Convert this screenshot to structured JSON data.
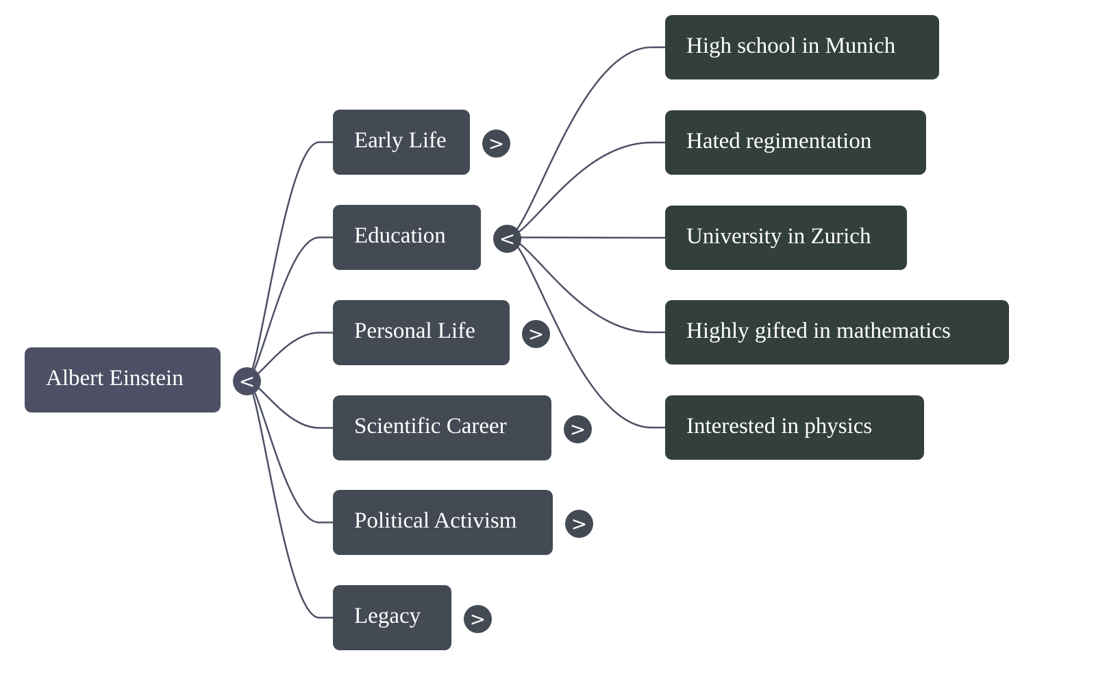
{
  "colors": {
    "root": "#4d5064",
    "branch": "#434a54",
    "leaf": "#333f3b",
    "edge": "#4d5064"
  },
  "root": {
    "label": "Albert Einstein",
    "toggle": "<"
  },
  "branches": [
    {
      "label": "Early Life",
      "toggle": ">"
    },
    {
      "label": "Education",
      "toggle": "<",
      "children": [
        {
          "label": "High school in Munich"
        },
        {
          "label": "Hated regimentation"
        },
        {
          "label": "University in Zurich"
        },
        {
          "label": "Highly gifted in mathematics"
        },
        {
          "label": "Interested in physics"
        }
      ]
    },
    {
      "label": "Personal Life",
      "toggle": ">"
    },
    {
      "label": "Scientific Career",
      "toggle": ">"
    },
    {
      "label": "Political Activism",
      "toggle": ">"
    },
    {
      "label": "Legacy",
      "toggle": ">"
    }
  ]
}
